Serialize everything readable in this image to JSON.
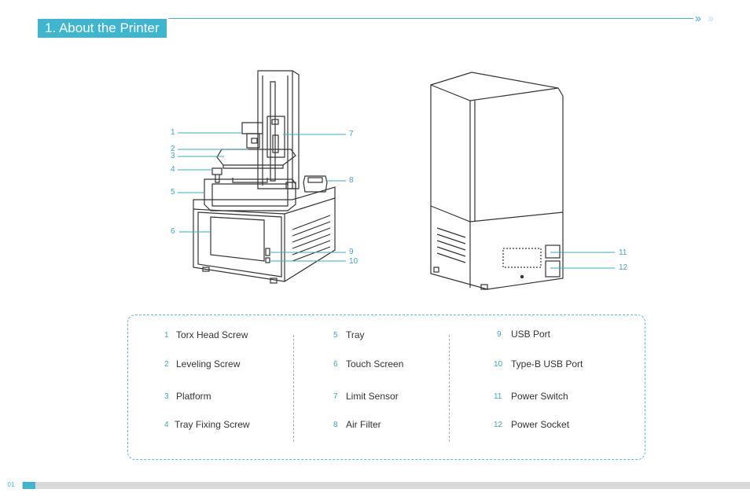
{
  "section_title": "1. About the Printer",
  "callouts": [
    "1",
    "2",
    "3",
    "4",
    "5",
    "6",
    "7",
    "8",
    "9",
    "10",
    "11",
    "12"
  ],
  "legend": [
    {
      "num": "1",
      "label": "Torx Head Screw"
    },
    {
      "num": "2",
      "label": "Leveling Screw"
    },
    {
      "num": "3",
      "label": "Platform"
    },
    {
      "num": "4",
      "label": "Tray Fixing Screw"
    },
    {
      "num": "5",
      "label": "Tray"
    },
    {
      "num": "6",
      "label": "Touch Screen"
    },
    {
      "num": "7",
      "label": "Limit Sensor"
    },
    {
      "num": "8",
      "label": "Air Filter"
    },
    {
      "num": "9",
      "label": "USB Port"
    },
    {
      "num": "10",
      "label": "Type-B USB Port"
    },
    {
      "num": "11",
      "label": "Power Switch"
    },
    {
      "num": "12",
      "label": "Power Socket"
    }
  ],
  "footer": {
    "page_number": "01"
  },
  "colors": {
    "accent": "#3fb6cf"
  }
}
